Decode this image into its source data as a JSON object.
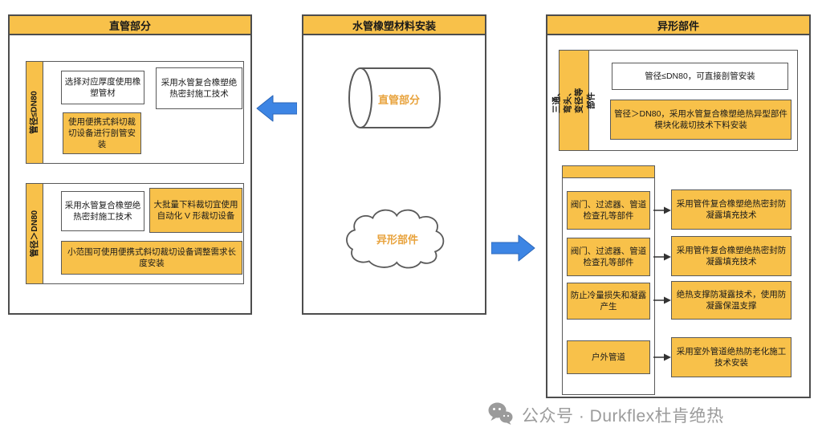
{
  "colors": {
    "accent_yellow": "#F8C14A",
    "arrow_blue": "#3D85E4",
    "border_dark": "#4D4D4D",
    "shape_label_orange": "#E8A33D",
    "watermark_gray": "#9B9B9B"
  },
  "left_panel": {
    "title": "直管部分",
    "group1": {
      "side_label": "管径≤DN80",
      "box1": "选择对应厚度使用橡塑管材",
      "box2": "采用水管复合橡塑绝热密封施工技术",
      "box3": "使用便携式斜切裁切设备进行剖管安装"
    },
    "group2": {
      "side_label": "管径＞DN80",
      "box1": "采用水管复合橡塑绝热密封施工技术",
      "box2": "大批量下料裁切宜使用自动化 V 形裁切设备",
      "box3": "小范围可使用便携式斜切裁切设备调整需求长度安装"
    }
  },
  "center_panel": {
    "title": "水管橡塑材料安装",
    "cylinder_label": "直管部分",
    "cloud_label": "异形部件"
  },
  "right_panel": {
    "title": "异形部件",
    "group1": {
      "side_label": "三通、弯头、变径等部件",
      "box1": "管径≤DN80，可直接剖管安装",
      "box2": "管径＞DN80，采用水管复合橡塑绝热异型部件模块化裁切技术下料安装"
    },
    "rows": [
      {
        "left": "阀门、过滤器、管道检查孔等部件",
        "right": "采用管件复合橡塑绝热密封防凝露填充技术"
      },
      {
        "left": "阀门、过滤器、管道检查孔等部件",
        "right": "采用管件复合橡塑绝热密封防凝露填充技术"
      },
      {
        "left": "防止冷量损失和凝露产生",
        "right": "绝热支撑防凝露技术，使用防凝露保温支撑"
      },
      {
        "left": "户外管道",
        "right": "采用室外管道绝热防老化施工技术安装"
      }
    ]
  },
  "watermark": {
    "text": "公众号 · Durkflex杜肯绝热"
  }
}
